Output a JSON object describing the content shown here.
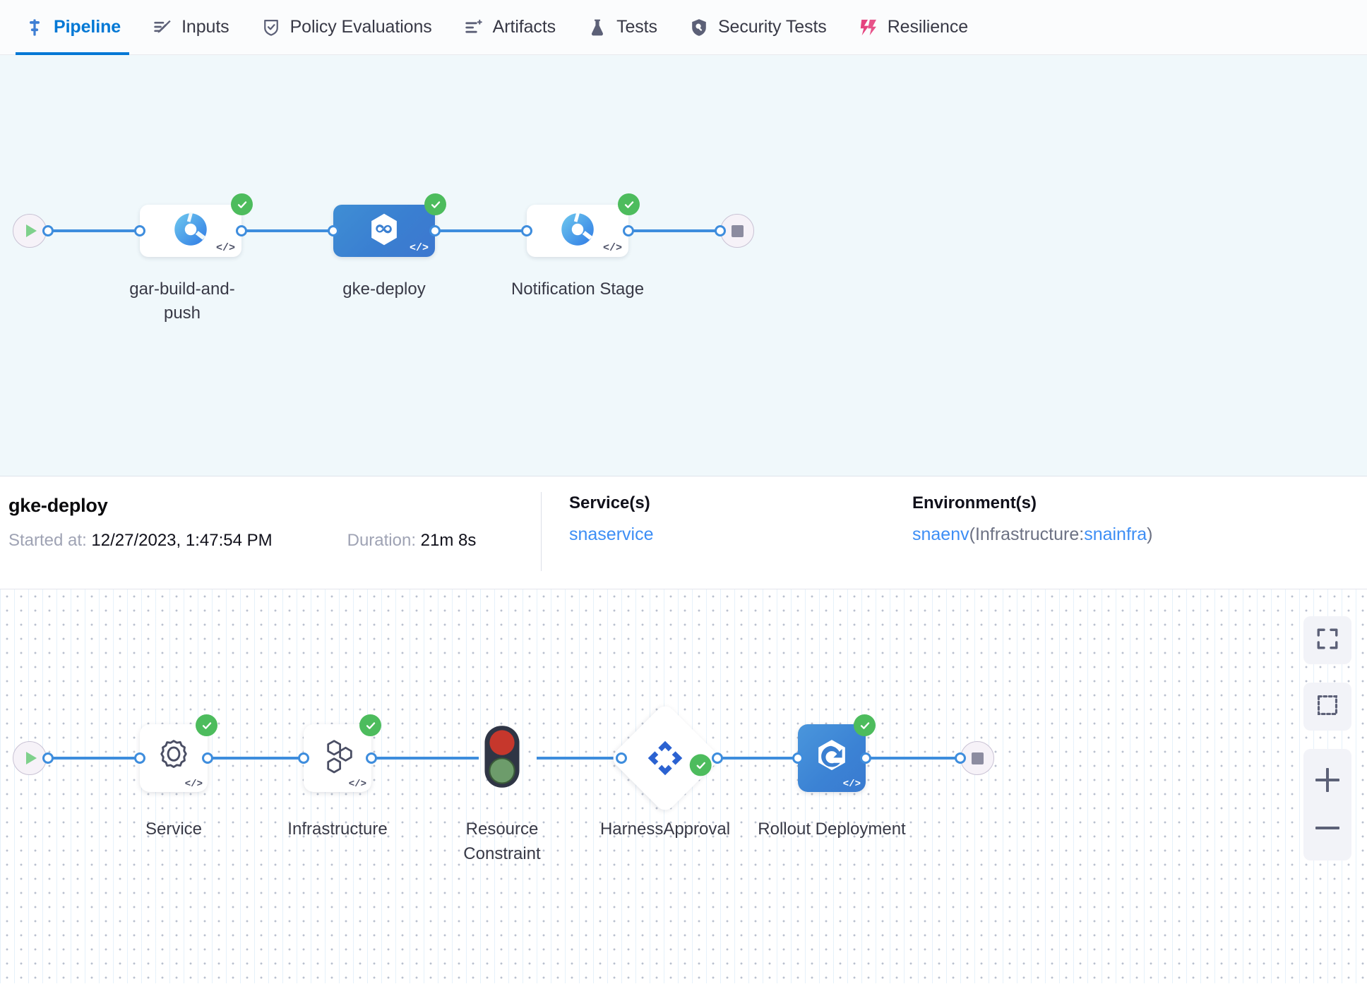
{
  "tabs": [
    {
      "id": "pipeline",
      "label": "Pipeline",
      "icon": "pipeline-icon",
      "active": true
    },
    {
      "id": "inputs",
      "label": "Inputs",
      "icon": "inputs-pencil-icon",
      "active": false
    },
    {
      "id": "policy-evaluations",
      "label": "Policy Evaluations",
      "icon": "shield-check-icon",
      "active": false
    },
    {
      "id": "artifacts",
      "label": "Artifacts",
      "icon": "artifacts-list-icon",
      "active": false
    },
    {
      "id": "tests",
      "label": "Tests",
      "icon": "flask-icon",
      "active": false
    },
    {
      "id": "security-tests",
      "label": "Security Tests",
      "icon": "security-shield-icon",
      "active": false
    },
    {
      "id": "resilience",
      "label": "Resilience",
      "icon": "resilience-icon",
      "active": false
    }
  ],
  "pipeline_graph": {
    "start_icon": "play-icon",
    "end_icon": "stop-icon",
    "stages": [
      {
        "name": "gar-build-and-push",
        "icon": "gcp-artifact-registry-icon",
        "status": "success",
        "selected": false,
        "code_tag": "</>"
      },
      {
        "name": "gke-deploy",
        "icon": "harness-deploy-icon",
        "status": "success",
        "selected": true,
        "code_tag": "</>"
      },
      {
        "name": "Notification Stage",
        "icon": "gcp-artifact-registry-icon",
        "status": "success",
        "selected": false,
        "code_tag": "</>"
      }
    ]
  },
  "detail": {
    "title": "gke-deploy",
    "started_label": "Started at:",
    "started_value": "12/27/2023, 1:47:54 PM",
    "duration_label": "Duration:",
    "duration_value": "21m 8s",
    "service_heading": "Service(s)",
    "service_value": "snaservice",
    "environment_heading": "Environment(s)",
    "environment_name": "snaenv",
    "environment_infra_prefix": "(Infrastructure:",
    "environment_infra_name": "snainfra",
    "environment_infra_suffix": ")"
  },
  "execution_graph": {
    "start_icon": "play-icon",
    "end_icon": "stop-icon",
    "steps": [
      {
        "name": "Service",
        "icon": "gear-icon",
        "status": "success",
        "selected": false,
        "shape": "rect",
        "code_tag": "</>"
      },
      {
        "name": "Infrastructure",
        "icon": "hexagon-cluster-icon",
        "status": "success",
        "selected": false,
        "shape": "rect",
        "code_tag": "</>"
      },
      {
        "name": "Resource Constraint",
        "icon": "traffic-light-icon",
        "status": "none",
        "selected": false,
        "shape": "plain",
        "code_tag": ""
      },
      {
        "name": "HarnessApproval",
        "icon": "approval-diamond-icon",
        "status": "success",
        "selected": false,
        "shape": "diamond",
        "code_tag": ""
      },
      {
        "name": "Rollout Deployment",
        "icon": "rollout-icon",
        "status": "success",
        "selected": true,
        "shape": "rect",
        "code_tag": "</>"
      }
    ]
  },
  "zoom_controls": [
    {
      "id": "fit-screen",
      "icon": "fit-screen-icon"
    },
    {
      "id": "select-region",
      "icon": "marquee-select-icon"
    },
    {
      "id": "zoom-in",
      "icon": "plus-icon"
    },
    {
      "id": "zoom-out",
      "icon": "minus-icon"
    }
  ],
  "colors": {
    "accent_blue": "#0278d5",
    "edge_blue": "#3e8ddd",
    "success_green": "#4dbc5d",
    "link_blue": "#3d8ef5",
    "canvas_top_bg": "#f0f8fb",
    "resilience_pink": "#e5437f"
  }
}
